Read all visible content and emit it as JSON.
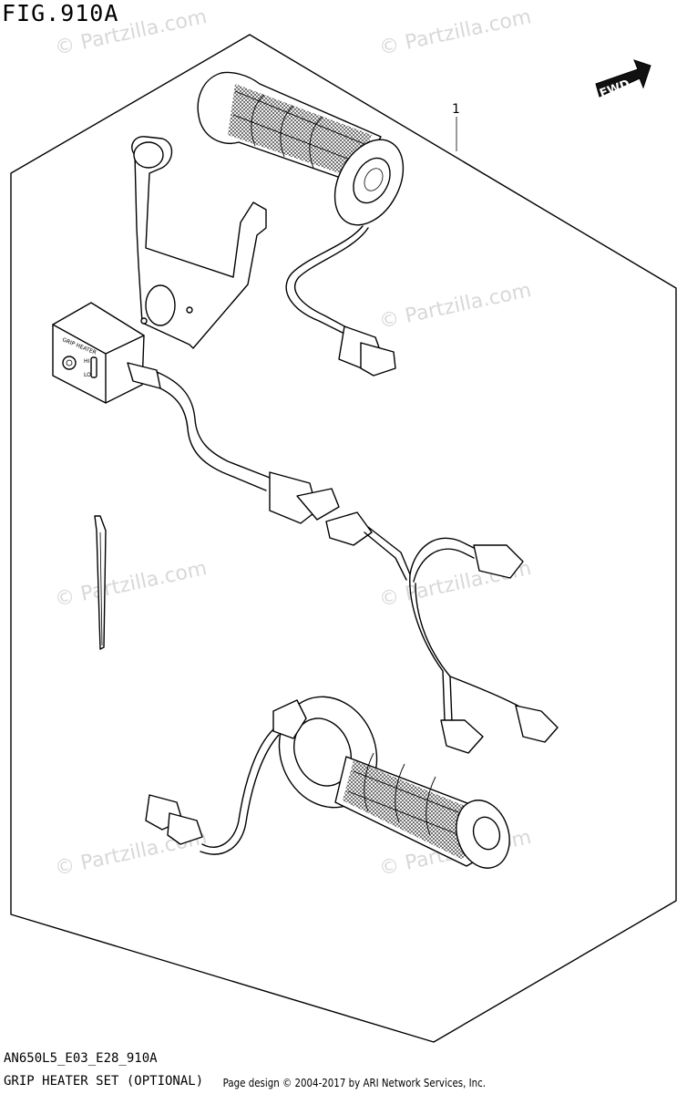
{
  "figure": {
    "title": "FIG.910A",
    "code": "AN650L5_E03_E28_910A",
    "caption": "GRIP HEATER SET (OPTIONAL)",
    "copyright": "Page design © 2004-2017 by ARI Network Services, Inc."
  },
  "labels": {
    "fwd": "FWD",
    "part_number": "1",
    "switch_title": "GRIP HEATER",
    "switch_hi": "HI",
    "switch_lo": "LO"
  },
  "watermark": {
    "text": "© Partzilla.com"
  }
}
